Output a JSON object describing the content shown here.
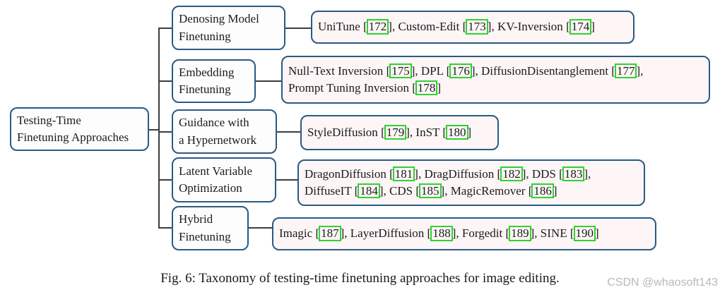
{
  "figure": {
    "caption": "Fig. 6: Taxonomy of testing-time finetuning approaches for image editing.",
    "watermark": "CSDN @whaosoft143"
  },
  "colors": {
    "node_border": "#2a5a82",
    "node_bg": "#fdfdfd",
    "leaf_bg": "#fdf5f6",
    "citation_green": "#2fd32f",
    "line": "#3d3d3d",
    "text": "#1b1b1b",
    "watermark_gray": "#b8b8b8"
  },
  "tree": {
    "root": {
      "line1": "Testing-Time",
      "line2": "Finetuning Approaches"
    },
    "branches": [
      {
        "category": {
          "line1": "Denosing Model",
          "line2": "Finetuning"
        },
        "leaf_segments": [
          {
            "text": "UniTune "
          },
          {
            "cite": "172"
          },
          {
            "text": ", Custom-Edit "
          },
          {
            "cite": "173"
          },
          {
            "text": ", KV-Inversion "
          },
          {
            "cite": "174"
          }
        ]
      },
      {
        "category": {
          "line1": "Embedding",
          "line2": "Finetuning"
        },
        "leaf_segments": [
          {
            "text": "Null-Text Inversion "
          },
          {
            "cite": "175"
          },
          {
            "text": ", DPL "
          },
          {
            "cite": "176"
          },
          {
            "text": ", DiffusionDisentanglement "
          },
          {
            "cite": "177"
          },
          {
            "text": ","
          },
          {
            "br": true
          },
          {
            "text": "Prompt Tuning Inversion "
          },
          {
            "cite": "178"
          }
        ]
      },
      {
        "category": {
          "line1": "Guidance with",
          "line2": "a Hypernetwork"
        },
        "leaf_segments": [
          {
            "text": "StyleDiffusion "
          },
          {
            "cite": "179"
          },
          {
            "text": ", InST "
          },
          {
            "cite": "180"
          }
        ]
      },
      {
        "category": {
          "line1": "Latent Variable",
          "line2": "Optimization"
        },
        "leaf_segments": [
          {
            "text": "DragonDiffusion "
          },
          {
            "cite": "181"
          },
          {
            "text": ", DragDiffusion "
          },
          {
            "cite": "182"
          },
          {
            "text": ", DDS "
          },
          {
            "cite": "183"
          },
          {
            "text": ","
          },
          {
            "br": true
          },
          {
            "text": "DiffuseIT "
          },
          {
            "cite": "184"
          },
          {
            "text": ", CDS "
          },
          {
            "cite": "185"
          },
          {
            "text": ", MagicRemover "
          },
          {
            "cite": "186"
          }
        ]
      },
      {
        "category": {
          "line1": "Hybrid",
          "line2": "Finetuning"
        },
        "leaf_segments": [
          {
            "text": "Imagic "
          },
          {
            "cite": "187"
          },
          {
            "text": ", LayerDiffusion "
          },
          {
            "cite": "188"
          },
          {
            "text": ", Forgedit "
          },
          {
            "cite": "189"
          },
          {
            "text": ", SINE "
          },
          {
            "cite": "190"
          }
        ]
      }
    ]
  }
}
